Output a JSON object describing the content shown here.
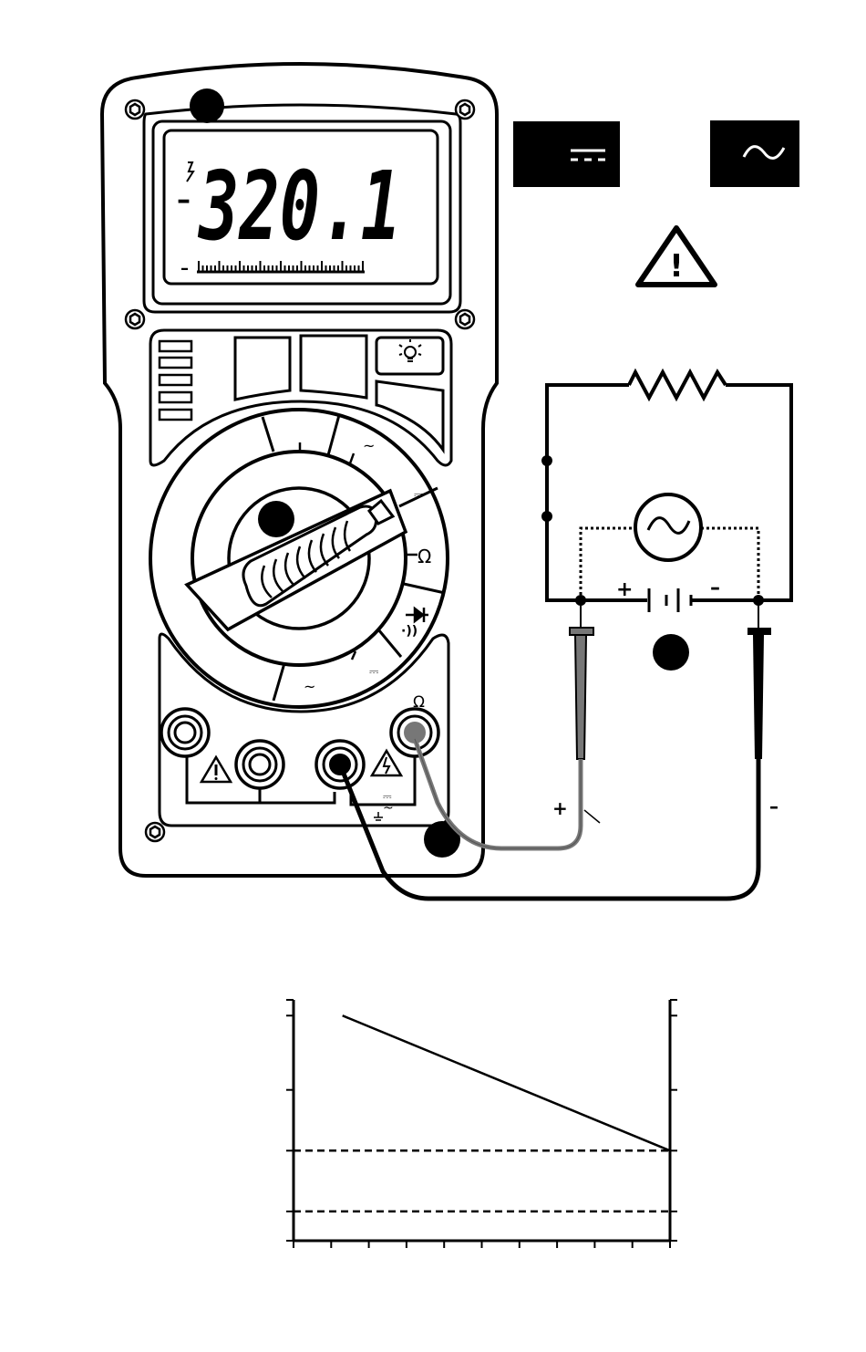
{
  "meter": {
    "display_reading": "320.1",
    "display_minus": "–",
    "bargraph_minus": "–",
    "dial_ohm": "Ω",
    "dial_ac_top": "~",
    "dial_ac_bottom": "~",
    "dial_dc_top": "⎓",
    "dial_dc_bottom": "⎓",
    "dial_continuity": "·))",
    "jack_ohm_label": "Ω",
    "jack_com_ac": "~",
    "jack_com_dc": "⎓",
    "selector_color": "#000000"
  },
  "badges": {
    "dc_symbol": "⎓",
    "ac_symbol": "∿",
    "warning_symbol": "!"
  },
  "circuit": {
    "battery_plus": "+",
    "battery_minus": "–",
    "lead_plus": "+",
    "lead_minus": "–",
    "positive_lead_color": "#777777",
    "negative_lead_color": "#000000"
  },
  "chart_data": {
    "type": "line",
    "title": "",
    "xlabel": "",
    "ylabel": "",
    "x_ticks": 10,
    "y_ticks": 4,
    "series": [
      {
        "style": "solid",
        "points": [
          [
            1.3,
            100
          ],
          [
            10,
            40
          ]
        ]
      },
      {
        "style": "dashed",
        "points": [
          [
            0,
            40
          ],
          [
            10,
            40
          ]
        ]
      },
      {
        "style": "dashed",
        "points": [
          [
            0,
            13
          ],
          [
            10,
            13
          ]
        ]
      }
    ],
    "xlim": [
      0,
      10
    ],
    "ylim": [
      0,
      107
    ]
  }
}
